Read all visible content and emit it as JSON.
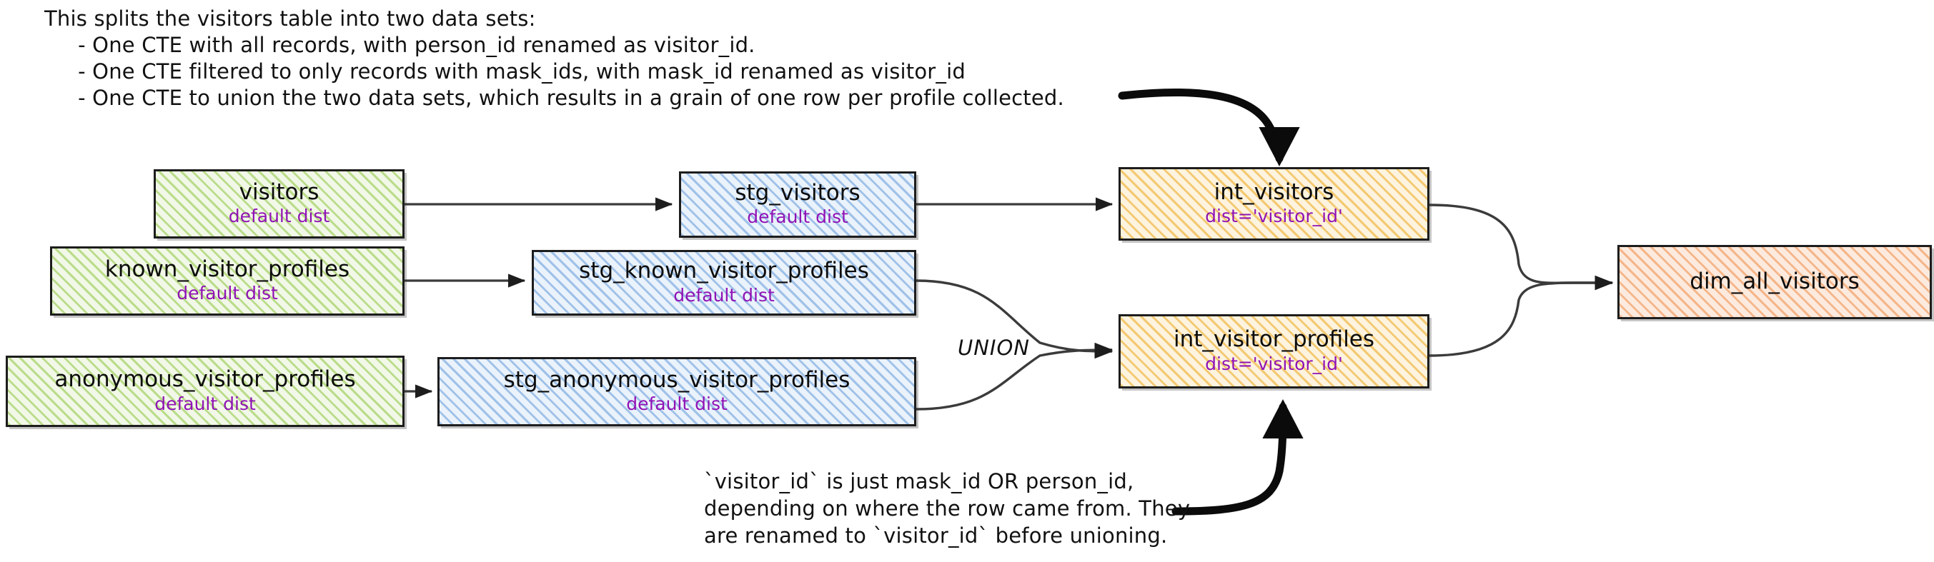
{
  "notes": {
    "top": "This splits the visitors table into two data sets:\n     - One CTE with all records, with person_id renamed as visitor_id.\n     - One CTE filtered to only records with mask_ids, with mask_id renamed as visitor_id\n     - One CTE to union the two data sets, which results in a grain of one row per profile collected.",
    "bottom": "`visitor_id` is just mask_id OR person_id,\ndepending on where the row came from. They\nare renamed to `visitor_id` before unioning."
  },
  "union_label": "UNION",
  "nodes": {
    "visitors": {
      "title": "visitors",
      "sub": "default dist"
    },
    "known_visitor_profiles": {
      "title": "known_visitor_profiles",
      "sub": "default dist"
    },
    "anonymous_visitor_profiles": {
      "title": "anonymous_visitor_profiles",
      "sub": "default dist"
    },
    "stg_visitors": {
      "title": "stg_visitors",
      "sub": "default dist"
    },
    "stg_known_visitor_profiles": {
      "title": "stg_known_visitor_profiles",
      "sub": "default dist"
    },
    "stg_anonymous_visitor_profiles": {
      "title": "stg_anonymous_visitor_profiles",
      "sub": "default dist"
    },
    "int_visitors": {
      "title": "int_visitors",
      "sub": "dist='visitor_id'"
    },
    "int_visitor_profiles": {
      "title": "int_visitor_profiles",
      "sub": "dist='visitor_id'"
    },
    "dim_all_visitors": {
      "title": "dim_all_visitors",
      "sub": ""
    }
  },
  "colors": {
    "source": "#8dc63f",
    "staging": "#5691d6",
    "intermediate": "#edaf30",
    "mart": "#ec8c46",
    "accent_text": "#9013b5",
    "stroke": "#1d1d1d",
    "ink": "#111111"
  }
}
